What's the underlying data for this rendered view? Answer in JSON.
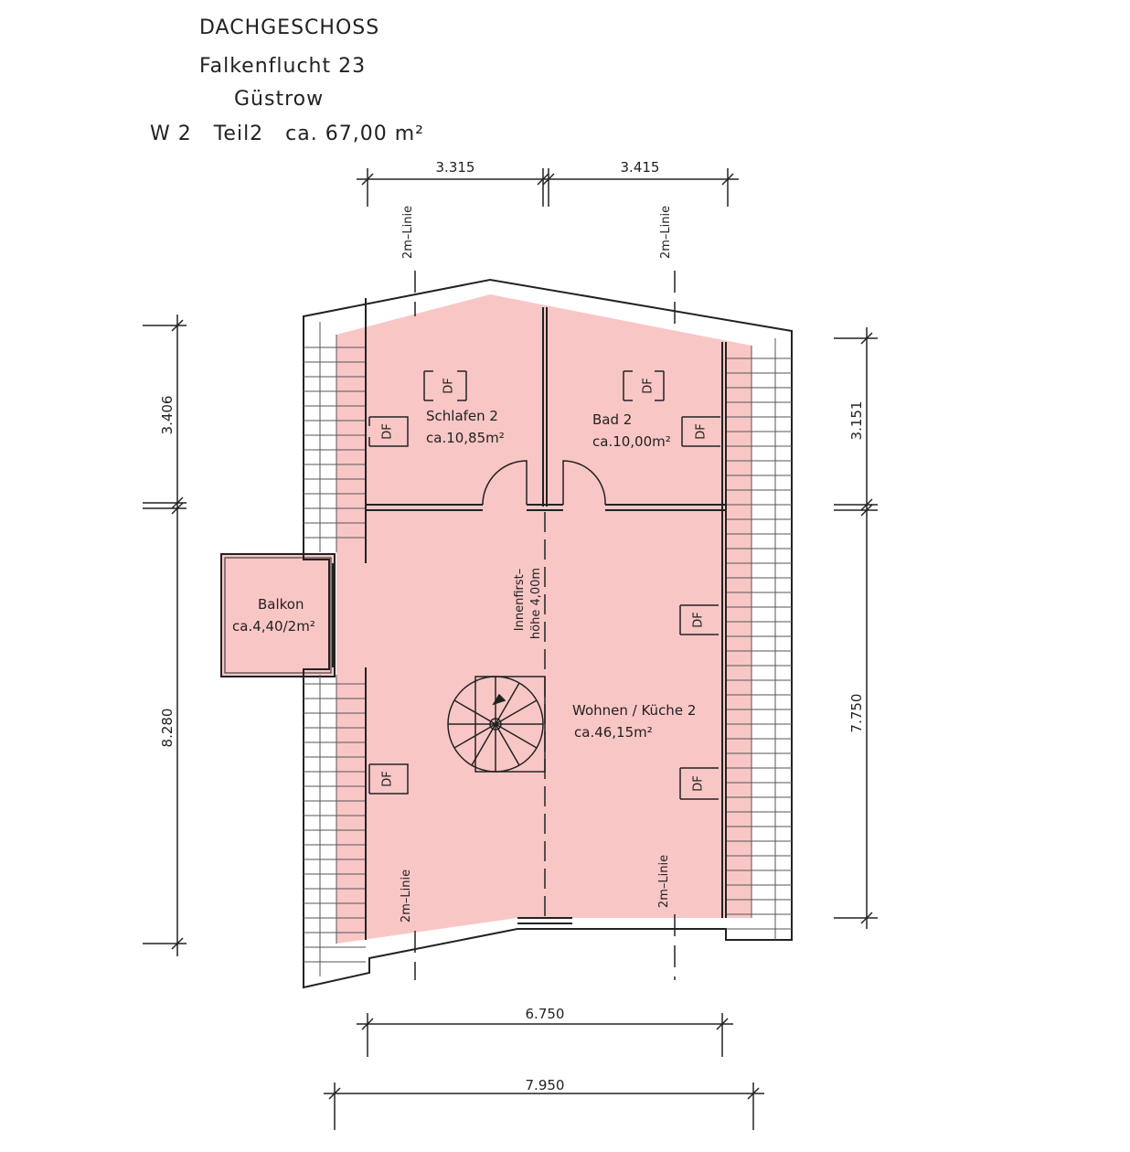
{
  "header": {
    "floor": "DACHGESCHOSS",
    "street": "Falkenflucht 23",
    "city": "Güstrow",
    "unit": "W 2   Teil2   ca. 67,00 m²"
  },
  "dimensions": {
    "top_left": "3.315",
    "top_right": "3.415",
    "left_upper": "3.406",
    "left_lower": "8.280",
    "right_upper": "3.151",
    "right_lower": "7.750",
    "bottom_inner": "6.750",
    "bottom_outer": "7.950"
  },
  "rooms": {
    "schlafen": {
      "name": "Schlafen 2",
      "area": "ca.10,85m²"
    },
    "bad": {
      "name": "Bad 2",
      "area": "ca.10,00m²"
    },
    "balkon": {
      "name": "Balkon",
      "area": "ca.4,40/2m²"
    },
    "wohnen": {
      "name": "Wohnen / Küche 2",
      "area": "ca.46,15m²"
    }
  },
  "labels": {
    "two_m_line": "2m–Linie",
    "ridge_line1": "Innenfirst–",
    "ridge_line2": "höhe 4,00m",
    "skylight": "DF"
  },
  "colors": {
    "fill": "#f9c6c6",
    "line": "#222222"
  }
}
